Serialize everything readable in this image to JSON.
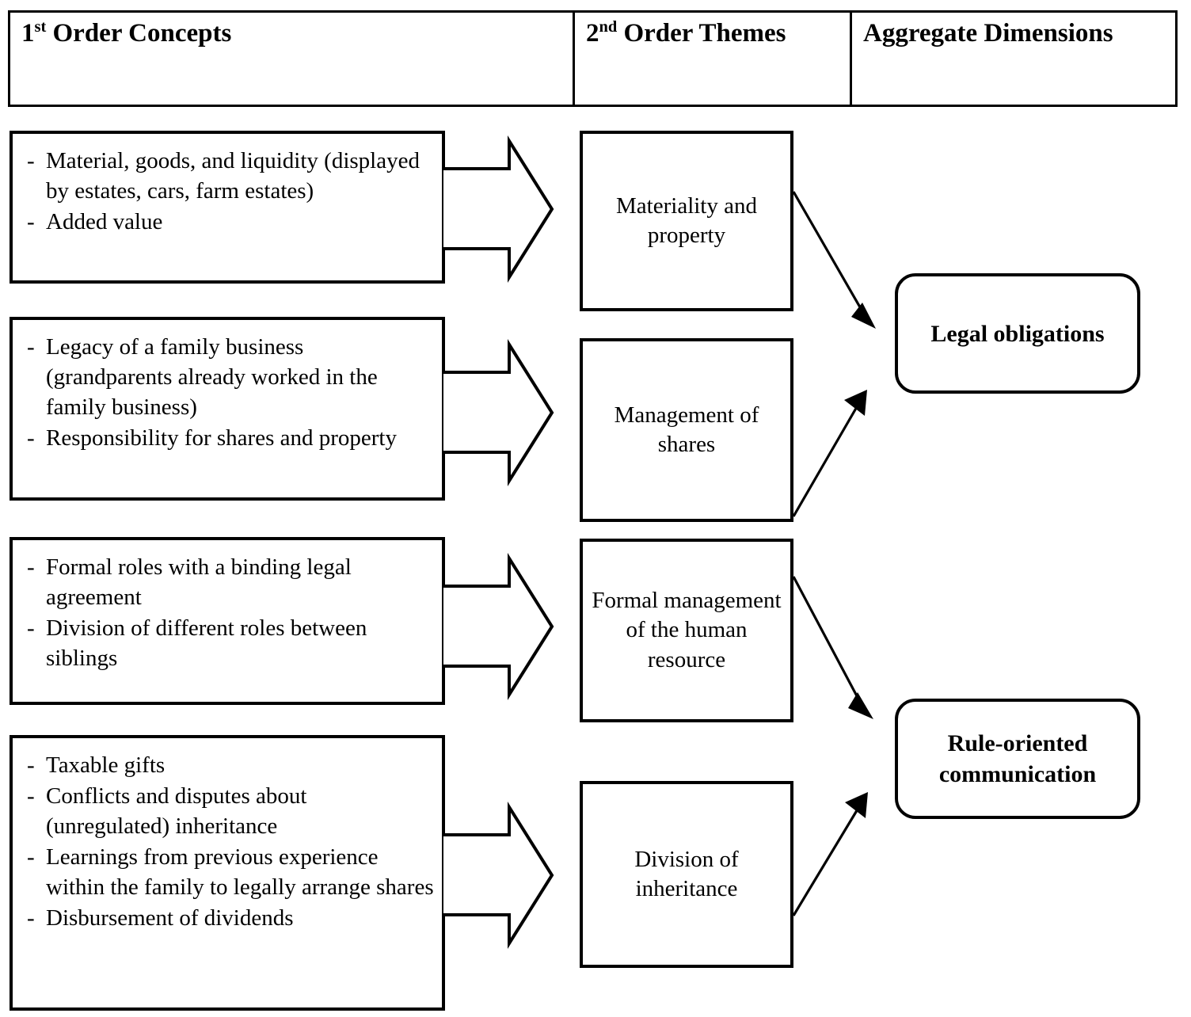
{
  "header": {
    "columns": [
      {
        "prefix": "1",
        "sup": "st",
        "rest": " Order Concepts"
      },
      {
        "prefix": "2",
        "sup": "nd",
        "rest": " Order Themes"
      },
      {
        "prefix": "",
        "sup": "",
        "rest": "Aggregate Dimensions"
      }
    ]
  },
  "first_order_concepts": [
    {
      "id": "materiality",
      "items": [
        "Material, goods, and liquidity (displayed by estates, cars, farm estates)",
        "Added value"
      ]
    },
    {
      "id": "legacy",
      "items": [
        "Legacy of a family business (grandparents already worked in the family business)",
        "Responsibility for shares and property"
      ]
    },
    {
      "id": "formal-roles",
      "items": [
        "Formal roles with a binding legal agreement",
        "Division of different roles between siblings"
      ]
    },
    {
      "id": "inheritance",
      "items": [
        "Taxable gifts",
        "Conflicts and disputes about (unregulated) inheritance",
        "Learnings from previous experience within the family to legally arrange shares",
        "Disbursement of dividends"
      ]
    }
  ],
  "second_order_themes": [
    {
      "id": "materiality-property",
      "label": "Materiality and property"
    },
    {
      "id": "management-shares",
      "label": "Management of shares"
    },
    {
      "id": "formal-management-hr",
      "label": "Formal management of the human resource"
    },
    {
      "id": "division-inheritance",
      "label": "Division of inheritance"
    }
  ],
  "aggregate_dimensions": [
    {
      "id": "legal-obligations",
      "label": "Legal obligations"
    },
    {
      "id": "rule-oriented-communication",
      "label": "Rule-oriented communication"
    }
  ],
  "bullet_marker": "-",
  "colors": {
    "line": "#000000",
    "background": "#ffffff",
    "text": "#000000"
  }
}
